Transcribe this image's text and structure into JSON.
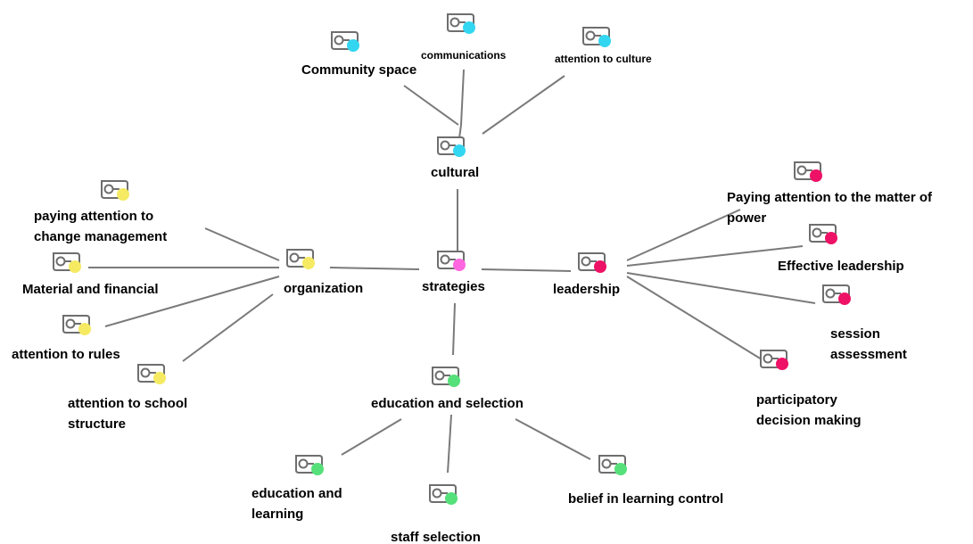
{
  "center": {
    "label": "strategies",
    "color": "#ff66e0"
  },
  "hubs": [
    {
      "id": "cultural",
      "label": "cultural",
      "color": "#33d6f0"
    },
    {
      "id": "organization",
      "label": "organization",
      "color": "#f5ea62"
    },
    {
      "id": "leadership",
      "label": "leadership",
      "color": "#ee1266"
    },
    {
      "id": "education",
      "label": "education and selection",
      "color": "#55e07a"
    }
  ],
  "leaves": {
    "cultural": [
      "Community space",
      "communications",
      "attention to culture"
    ],
    "organization": [
      "paying attention to\nchange management",
      "Material and financial",
      "attention to rules",
      "attention to school\nstructure"
    ],
    "leadership": [
      "Paying attention to the matter of\npower",
      "Effective leadership",
      "session\nassessment",
      "participatory\ndecision making"
    ],
    "education": [
      "education and\nlearning",
      "staff selection",
      "belief in learning control"
    ]
  }
}
